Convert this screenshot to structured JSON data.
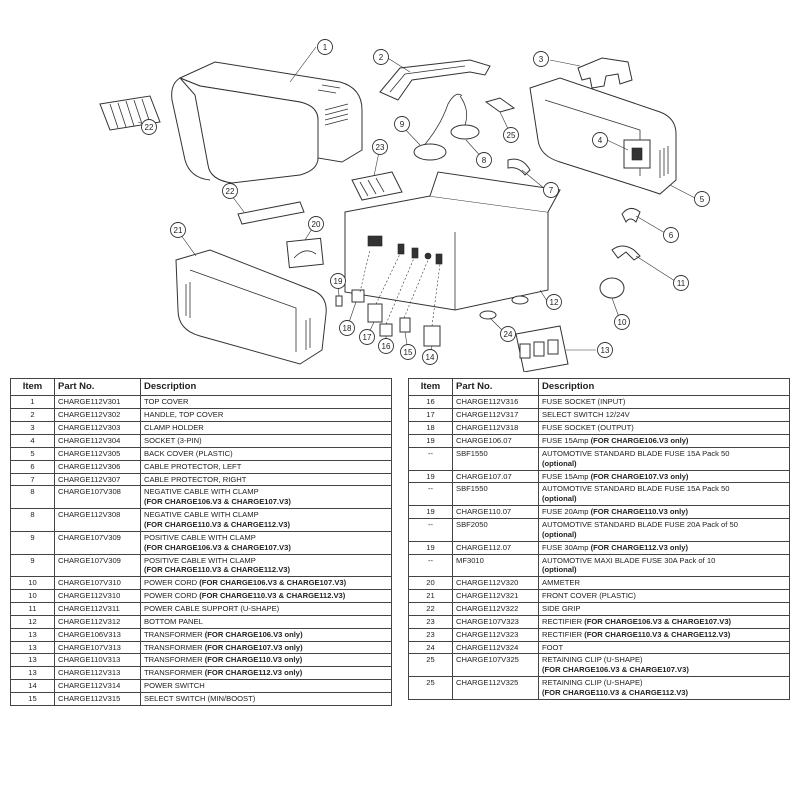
{
  "diagram": {
    "callouts": [
      {
        "n": "1"
      },
      {
        "n": "2"
      },
      {
        "n": "3"
      },
      {
        "n": "4"
      },
      {
        "n": "5"
      },
      {
        "n": "6"
      },
      {
        "n": "7"
      },
      {
        "n": "8"
      },
      {
        "n": "9"
      },
      {
        "n": "10"
      },
      {
        "n": "11"
      },
      {
        "n": "12"
      },
      {
        "n": "13"
      },
      {
        "n": "14"
      },
      {
        "n": "15"
      },
      {
        "n": "16"
      },
      {
        "n": "17"
      },
      {
        "n": "18"
      },
      {
        "n": "19"
      },
      {
        "n": "20"
      },
      {
        "n": "21"
      },
      {
        "n": "22"
      },
      {
        "n": "22"
      },
      {
        "n": "23"
      },
      {
        "n": "24"
      },
      {
        "n": "25"
      }
    ]
  },
  "headers": {
    "item": "Item",
    "part": "Part No.",
    "desc": "Description"
  },
  "left_rows": [
    {
      "item": "1",
      "part": "CHARGE112V301",
      "desc": "TOP COVER"
    },
    {
      "item": "2",
      "part": "CHARGE112V302",
      "desc": "HANDLE, TOP COVER"
    },
    {
      "item": "3",
      "part": "CHARGE112V303",
      "desc": "CLAMP HOLDER"
    },
    {
      "item": "4",
      "part": "CHARGE112V304",
      "desc": "SOCKET (3-PIN)"
    },
    {
      "item": "5",
      "part": "CHARGE112V305",
      "desc": "BACK COVER (PLASTIC)"
    },
    {
      "item": "6",
      "part": "CHARGE112V306",
      "desc": "CABLE PROTECTOR, LEFT"
    },
    {
      "item": "7",
      "part": "CHARGE112V307",
      "desc": "CABLE PROTECTOR, RIGHT"
    },
    {
      "item": "8",
      "part": "CHARGE107V308",
      "desc": "NEGATIVE CABLE WITH CLAMP",
      "note": "(FOR CHARGE106.V3 & CHARGE107.V3)",
      "noteBreak": true
    },
    {
      "item": "8",
      "part": "CHARGE112V308",
      "desc": "NEGATIVE CABLE WITH CLAMP",
      "note": "(FOR CHARGE110.V3 & CHARGE112.V3)",
      "noteBreak": true
    },
    {
      "item": "9",
      "part": "CHARGE107V309",
      "desc": "POSITIVE CABLE WITH CLAMP",
      "note": "(FOR CHARGE106.V3 & CHARGE107.V3)",
      "noteBreak": true
    },
    {
      "item": "9",
      "part": "CHARGE107V309",
      "desc": "POSITIVE CABLE WITH CLAMP",
      "note": "(FOR CHARGE110.V3 & CHARGE112.V3)",
      "noteBreak": true
    },
    {
      "item": "10",
      "part": "CHARGE107V310",
      "desc": "POWER CORD",
      "note": "(FOR CHARGE106.V3 & CHARGE107.V3)"
    },
    {
      "item": "10",
      "part": "CHARGE112V310",
      "desc": "POWER CORD",
      "note": "(FOR CHARGE110.V3 & CHARGE112.V3)"
    },
    {
      "item": "11",
      "part": "CHARGE112V311",
      "desc": "POWER CABLE SUPPORT (U-SHAPE)"
    },
    {
      "item": "12",
      "part": "CHARGE112V312",
      "desc": "BOTTOM PANEL"
    },
    {
      "item": "13",
      "part": "CHARGE106V313",
      "desc": "TRANSFORMER",
      "note": "(FOR CHARGE106.V3 only)"
    },
    {
      "item": "13",
      "part": "CHARGE107V313",
      "desc": "TRANSFORMER",
      "note": "(FOR CHARGE107.V3 only)"
    },
    {
      "item": "13",
      "part": "CHARGE110V313",
      "desc": "TRANSFORMER",
      "note": "(FOR CHARGE110.V3 only)"
    },
    {
      "item": "13",
      "part": "CHARGE112V313",
      "desc": "TRANSFORMER",
      "note": "(FOR CHARGE112.V3 only)"
    },
    {
      "item": "14",
      "part": "CHARGE112V314",
      "desc": "POWER SWITCH"
    },
    {
      "item": "15",
      "part": "CHARGE112V315",
      "desc": "SELECT SWITCH (MIN/BOOST)"
    }
  ],
  "right_rows": [
    {
      "item": "16",
      "part": "CHARGE112V316",
      "desc": "FUSE SOCKET (INPUT)"
    },
    {
      "item": "17",
      "part": "CHARGE112V317",
      "desc": "SELECT SWITCH 12/24V"
    },
    {
      "item": "18",
      "part": "CHARGE112V318",
      "desc": "FUSE SOCKET (OUTPUT)"
    },
    {
      "item": "19",
      "part": "CHARGE106.07",
      "desc": "FUSE 15Amp",
      "note": "(FOR CHARGE106.V3 only)"
    },
    {
      "item": "--",
      "part": "SBF1550",
      "desc": "AUTOMOTIVE STANDARD BLADE FUSE 15A Pack 50",
      "note": "(optional)",
      "noteBreak": true
    },
    {
      "item": "19",
      "part": "CHARGE107.07",
      "desc": "FUSE 15Amp",
      "note": "(FOR CHARGE107.V3 only)"
    },
    {
      "item": "--",
      "part": "SBF1550",
      "desc": "AUTOMOTIVE STANDARD BLADE FUSE 15A Pack 50",
      "note": "(optional)",
      "noteBreak": true
    },
    {
      "item": "19",
      "part": "CHARGE110.07",
      "desc": "FUSE 20Amp",
      "note": "(FOR CHARGE110.V3 only)"
    },
    {
      "item": "--",
      "part": "SBF2050",
      "desc": "AUTOMOTIVE STANDARD BLADE FUSE 20A Pack of 50",
      "note": "(optional)",
      "noteBreak": true
    },
    {
      "item": "19",
      "part": "CHARGE112.07",
      "desc": "FUSE 30Amp",
      "note": "(FOR CHARGE112.V3 only)"
    },
    {
      "item": "--",
      "part": "MF3010",
      "desc": "AUTOMOTIVE MAXI BLADE FUSE 30A Pack of 10",
      "note": "(optional)",
      "noteBreak": true
    },
    {
      "item": "20",
      "part": "CHARGE112V320",
      "desc": "AMMETER"
    },
    {
      "item": "21",
      "part": "CHARGE112V321",
      "desc": "FRONT COVER (PLASTIC)"
    },
    {
      "item": "22",
      "part": "CHARGE112V322",
      "desc": "SIDE GRIP"
    },
    {
      "item": "23",
      "part": "CHARGE107V323",
      "desc": "RECTIFIER",
      "note": "(FOR CHARGE106.V3 & CHARGE107.V3)"
    },
    {
      "item": "23",
      "part": "CHARGE112V323",
      "desc": "RECTIFIER",
      "note": "(FOR CHARGE110.V3 & CHARGE112.V3)"
    },
    {
      "item": "24",
      "part": "CHARGE112V324",
      "desc": "FOOT"
    },
    {
      "item": "25",
      "part": "CHARGE107V325",
      "desc": "RETAINING CLIP (U-SHAPE)",
      "note": "(FOR CHARGE106.V3 & CHARGE107.V3)",
      "noteBreak": true
    },
    {
      "item": "25",
      "part": "CHARGE112V325",
      "desc": "RETAINING CLIP (U-SHAPE)",
      "note": "(FOR CHARGE110.V3 & CHARGE112.V3)",
      "noteBreak": true
    }
  ]
}
